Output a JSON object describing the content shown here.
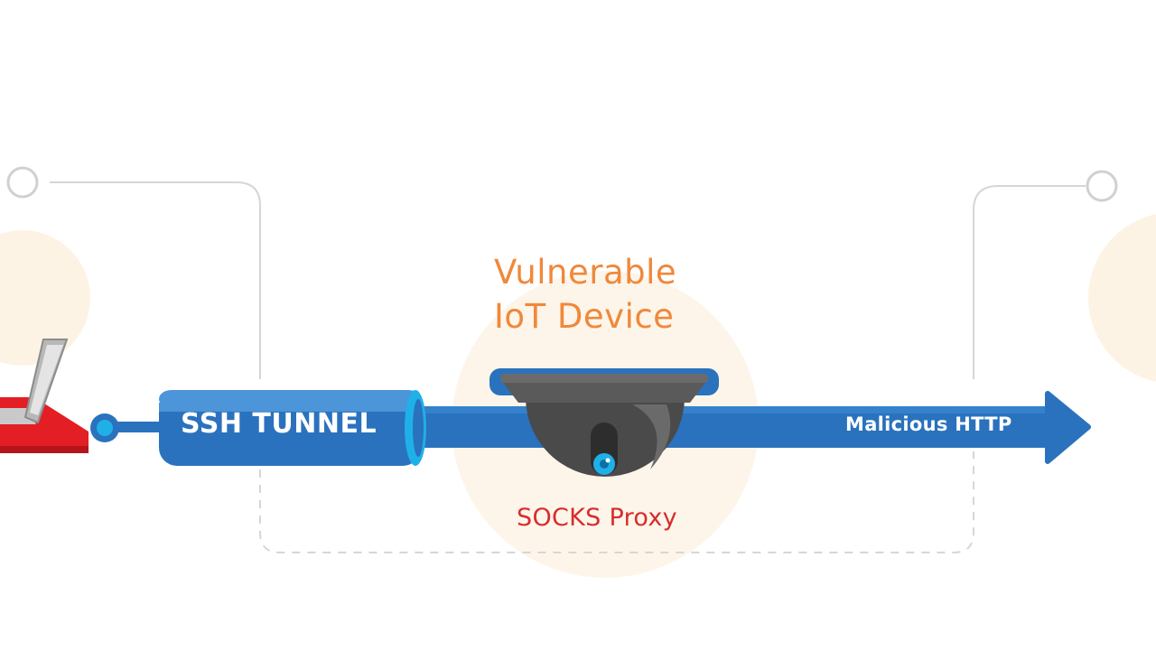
{
  "device": {
    "title_line1": "Vulnerable",
    "title_line2": "IoT Device",
    "proxy_label": "SOCKS Proxy"
  },
  "tunnel": {
    "label": "SSH TUNNEL"
  },
  "traffic": {
    "label": "Malicious HTTP"
  },
  "icons": {
    "attacker": "laptop-icon",
    "device": "dome-camera-icon"
  },
  "colors": {
    "tunnel_blue": "#2a72bd",
    "tunnel_light": "#4b95d8",
    "accent_cyan": "#1fb0e8",
    "device_orange": "#f0883a",
    "proxy_red": "#d62d2d",
    "laptop_red": "#e31e24",
    "camera_dark": "#4a4a4a",
    "halo_cream": "#fdf3e4",
    "connector_gray": "#d3d3d3"
  }
}
